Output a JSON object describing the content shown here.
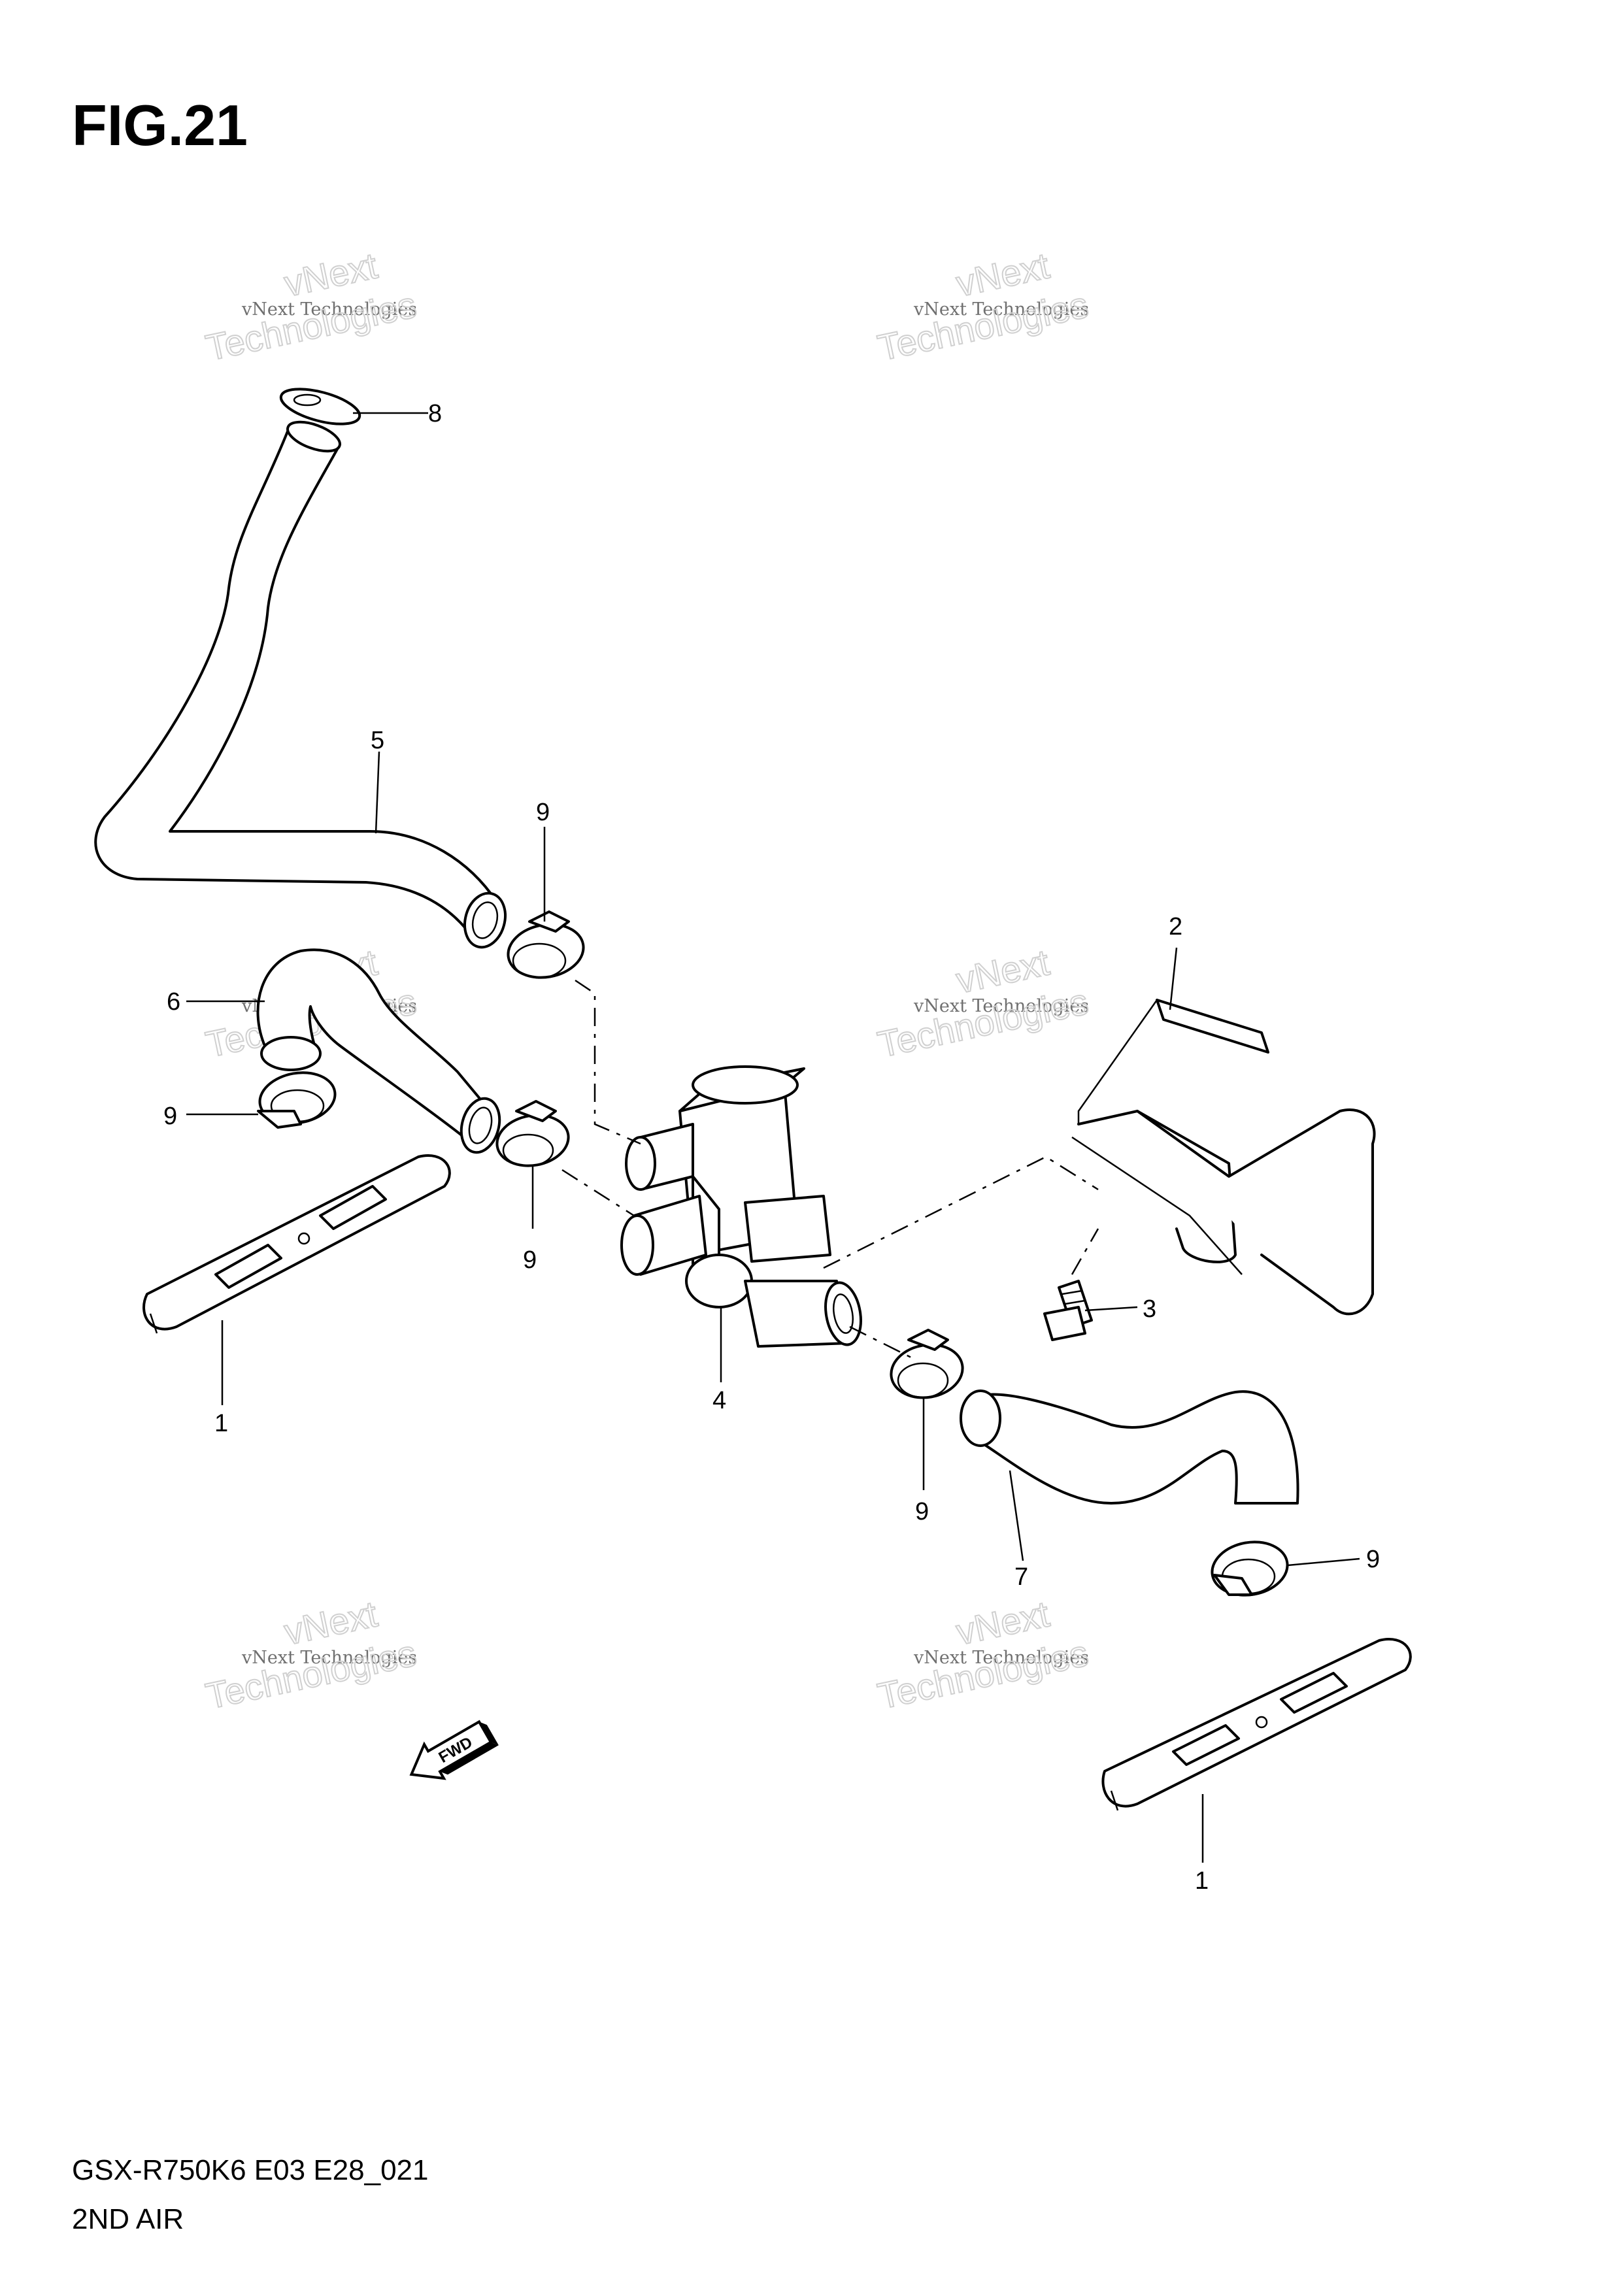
{
  "figure": {
    "title": "FIG.21",
    "model_code": "GSX-R750K6 E03 E28_021",
    "section_name": "2ND AIR"
  },
  "watermark": {
    "line1": "vNext Technologies",
    "line2": "vNext",
    "line3": "Technologies"
  },
  "direction": {
    "label": "FWD"
  },
  "callouts": [
    {
      "id": "c8",
      "label": "8"
    },
    {
      "id": "c5",
      "label": "5"
    },
    {
      "id": "c9a",
      "label": "9"
    },
    {
      "id": "c6",
      "label": "6"
    },
    {
      "id": "c9b",
      "label": "9"
    },
    {
      "id": "c9c",
      "label": "9"
    },
    {
      "id": "c1a",
      "label": "1"
    },
    {
      "id": "c4",
      "label": "4"
    },
    {
      "id": "c2",
      "label": "2"
    },
    {
      "id": "c3",
      "label": "3"
    },
    {
      "id": "c9d",
      "label": "9"
    },
    {
      "id": "c7",
      "label": "7"
    },
    {
      "id": "c9e",
      "label": "9"
    },
    {
      "id": "c1b",
      "label": "1"
    }
  ]
}
